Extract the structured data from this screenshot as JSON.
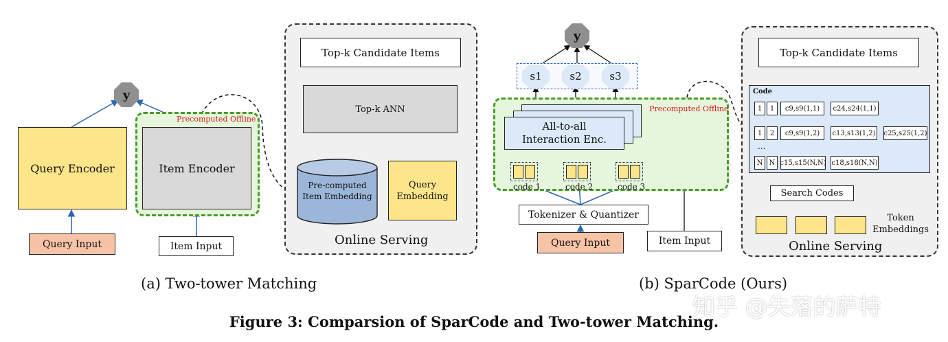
{
  "left_diagram": {
    "output_node": "y",
    "query_encoder": "Query Encoder",
    "item_encoder": "Item Encoder",
    "precomputed_label": "Precomputed Offline",
    "query_input": "Query Input",
    "item_input": "Item Input",
    "online_serving": {
      "top_candidates": "Top-k Candidate Items",
      "ann": "Top-k ANN",
      "item_embedding": "Pre-computed Item Embedding",
      "query_embedding": "Query Embedding",
      "panel_label": "Online Serving"
    },
    "caption": "(a) Two-tower Matching"
  },
  "right_diagram": {
    "output_node": "y",
    "scores": [
      "s1",
      "s2",
      "s3"
    ],
    "interaction_encoder": "All-to-all Interaction Enc.",
    "precomputed_label": "Precomputed Offline",
    "codes": [
      "code 1",
      "code 2",
      "code 3"
    ],
    "tokenizer": "Tokenizer & Quantizer",
    "query_input": "Query Input",
    "item_input": "Item Input",
    "online_serving": {
      "top_candidates": "Top-k Candidate Items",
      "code_table_title": "Code",
      "rows": [
        {
          "keys": [
            "1",
            "1"
          ],
          "entries": [
            "c9,s9(1,1)",
            "c24,s24(1,1)"
          ]
        },
        {
          "keys": [
            "1",
            "2"
          ],
          "entries": [
            "c9,s9(1,2)",
            "c13,s13(1,2)",
            "c25,s25(1,2)"
          ]
        },
        {
          "keys": [
            "N",
            "N"
          ],
          "entries": [
            "c15,s15(N,N)",
            "c18,s18(N,N)"
          ]
        }
      ],
      "ellipsis": "...",
      "search_codes": "Search Codes",
      "token_embeddings": "Token Embeddings",
      "panel_label": "Online Serving"
    },
    "caption": "(b) SparCode (Ours)"
  },
  "watermark": "知乎 @失落的萨特",
  "figure_caption": "Figure 3: Comparsion of SparCode and Two-tower Matching."
}
